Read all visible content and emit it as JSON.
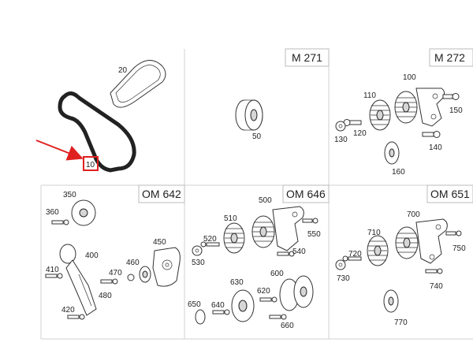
{
  "engines": {
    "m271": "M 271",
    "m272": "M 272",
    "om642": "OM 642",
    "om646": "OM 646",
    "om651": "OM 651"
  },
  "parts": {
    "p10": "10",
    "p20": "20",
    "p50": "50",
    "p100": "100",
    "p110": "110",
    "p120": "120",
    "p130": "130",
    "p140": "140",
    "p150": "150",
    "p160": "160",
    "p350": "350",
    "p360": "360",
    "p400": "400",
    "p410": "410",
    "p420": "420",
    "p450": "450",
    "p460": "460",
    "p470": "470",
    "p480": "480",
    "p500": "500",
    "p510": "510",
    "p520": "520",
    "p530": "530",
    "p540": "540",
    "p550": "550",
    "p600": "600",
    "p620": "620",
    "p630": "630",
    "p640": "640",
    "p650": "650",
    "p660": "660",
    "p700": "700",
    "p710": "710",
    "p720": "720",
    "p730": "730",
    "p740": "740",
    "p750": "750",
    "p770": "770"
  },
  "highlight": {
    "color": "#e02020",
    "target_label": "10"
  }
}
